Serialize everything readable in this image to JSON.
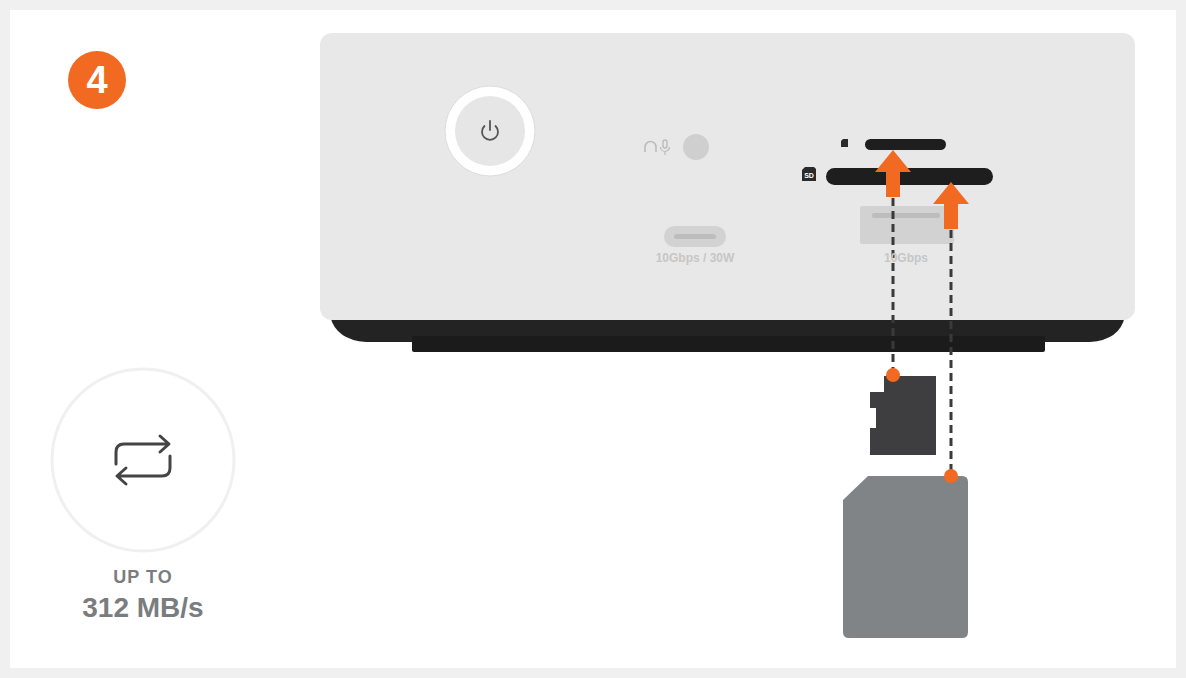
{
  "diagram": {
    "nodes": [
      {
        "text": [
          "4"
        ]
      },
      {
        "text": [
          "UP TO",
          "312 MB/s"
        ]
      }
    ],
    "labels": [
      "SD",
      "10Gbps / 30W",
      "10Gbps"
    ]
  }
}
